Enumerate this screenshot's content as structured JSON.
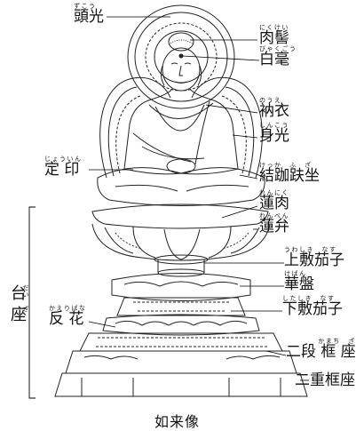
{
  "title": "如来像",
  "labels": {
    "zukou": {
      "furigana": "ずこう",
      "text": "頭光"
    },
    "nikkei": {
      "furigana": "にくけい",
      "text": "肉髻"
    },
    "byakugou": {
      "furigana": "びゃくごう",
      "text": "白毫"
    },
    "noe": {
      "furigana": "のうえ",
      "text": "衲衣"
    },
    "shinkou": {
      "furigana": "しんこう",
      "text": "身光"
    },
    "jouin": {
      "furigana": "じょういん",
      "text": "定 印"
    },
    "kekka": {
      "furigana": "けっか　ふ　ざ",
      "text": "結跏趺坐"
    },
    "renniku": {
      "furigana": "れんにく",
      "text": "蓮肉"
    },
    "renben": {
      "furigana": "れんべん",
      "text": "蓮弁"
    },
    "uwashiki": {
      "furigana": "うわしき　なす",
      "text": "上敷茄子"
    },
    "keban": {
      "furigana": "けばん",
      "text": "華盤"
    },
    "kaeribana": {
      "furigana": "かえりばな",
      "text": "反 花"
    },
    "shitashiki": {
      "furigana": "したしき　なす",
      "text": "下敷茄子"
    },
    "nidan": {
      "furigana": "かまち　ざ",
      "text": "二段 框 座"
    },
    "nijuu": {
      "furigana": "",
      "text": "二重框座"
    }
  },
  "daiza": {
    "furigana": "だい　ざ",
    "text": "台座"
  }
}
